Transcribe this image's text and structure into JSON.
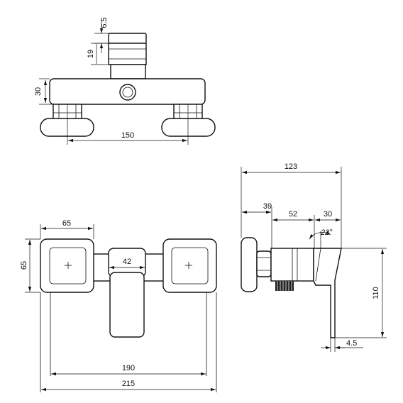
{
  "dimensions": {
    "top_cap_height": "6.5",
    "top_cartridge_height": "19",
    "top_body_height": "30",
    "top_centers": "150",
    "front_handle_width": "65",
    "front_handle_height": "65",
    "front_lever_width": "42",
    "front_legs_width": "190",
    "front_overall_width": "215",
    "side_total_depth": "123",
    "side_flange_depth": "39",
    "side_body_depth": "52",
    "side_lever_depth": "30",
    "side_lever_angle": "22°",
    "side_height": "110",
    "side_lever_thickness": "4.5"
  }
}
